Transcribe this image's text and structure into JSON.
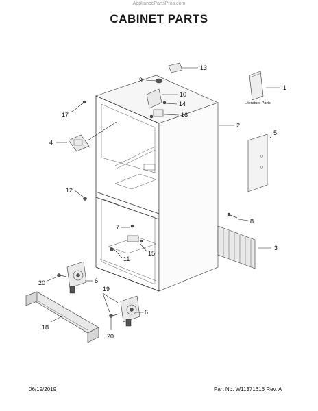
{
  "watermark": "AppliancePartsPros.com",
  "title": "CABINET PARTS",
  "literature_label": "Literature Parts",
  "footer": {
    "date": "06/19/2019",
    "part_number": "Part No. W11371616  Rev. A"
  },
  "callouts": [
    "1",
    "2",
    "3",
    "4",
    "5",
    "6",
    "6",
    "7",
    "8",
    "9",
    "10",
    "11",
    "12",
    "13",
    "14",
    "15",
    "16",
    "17",
    "18",
    "19",
    "20",
    "20"
  ]
}
